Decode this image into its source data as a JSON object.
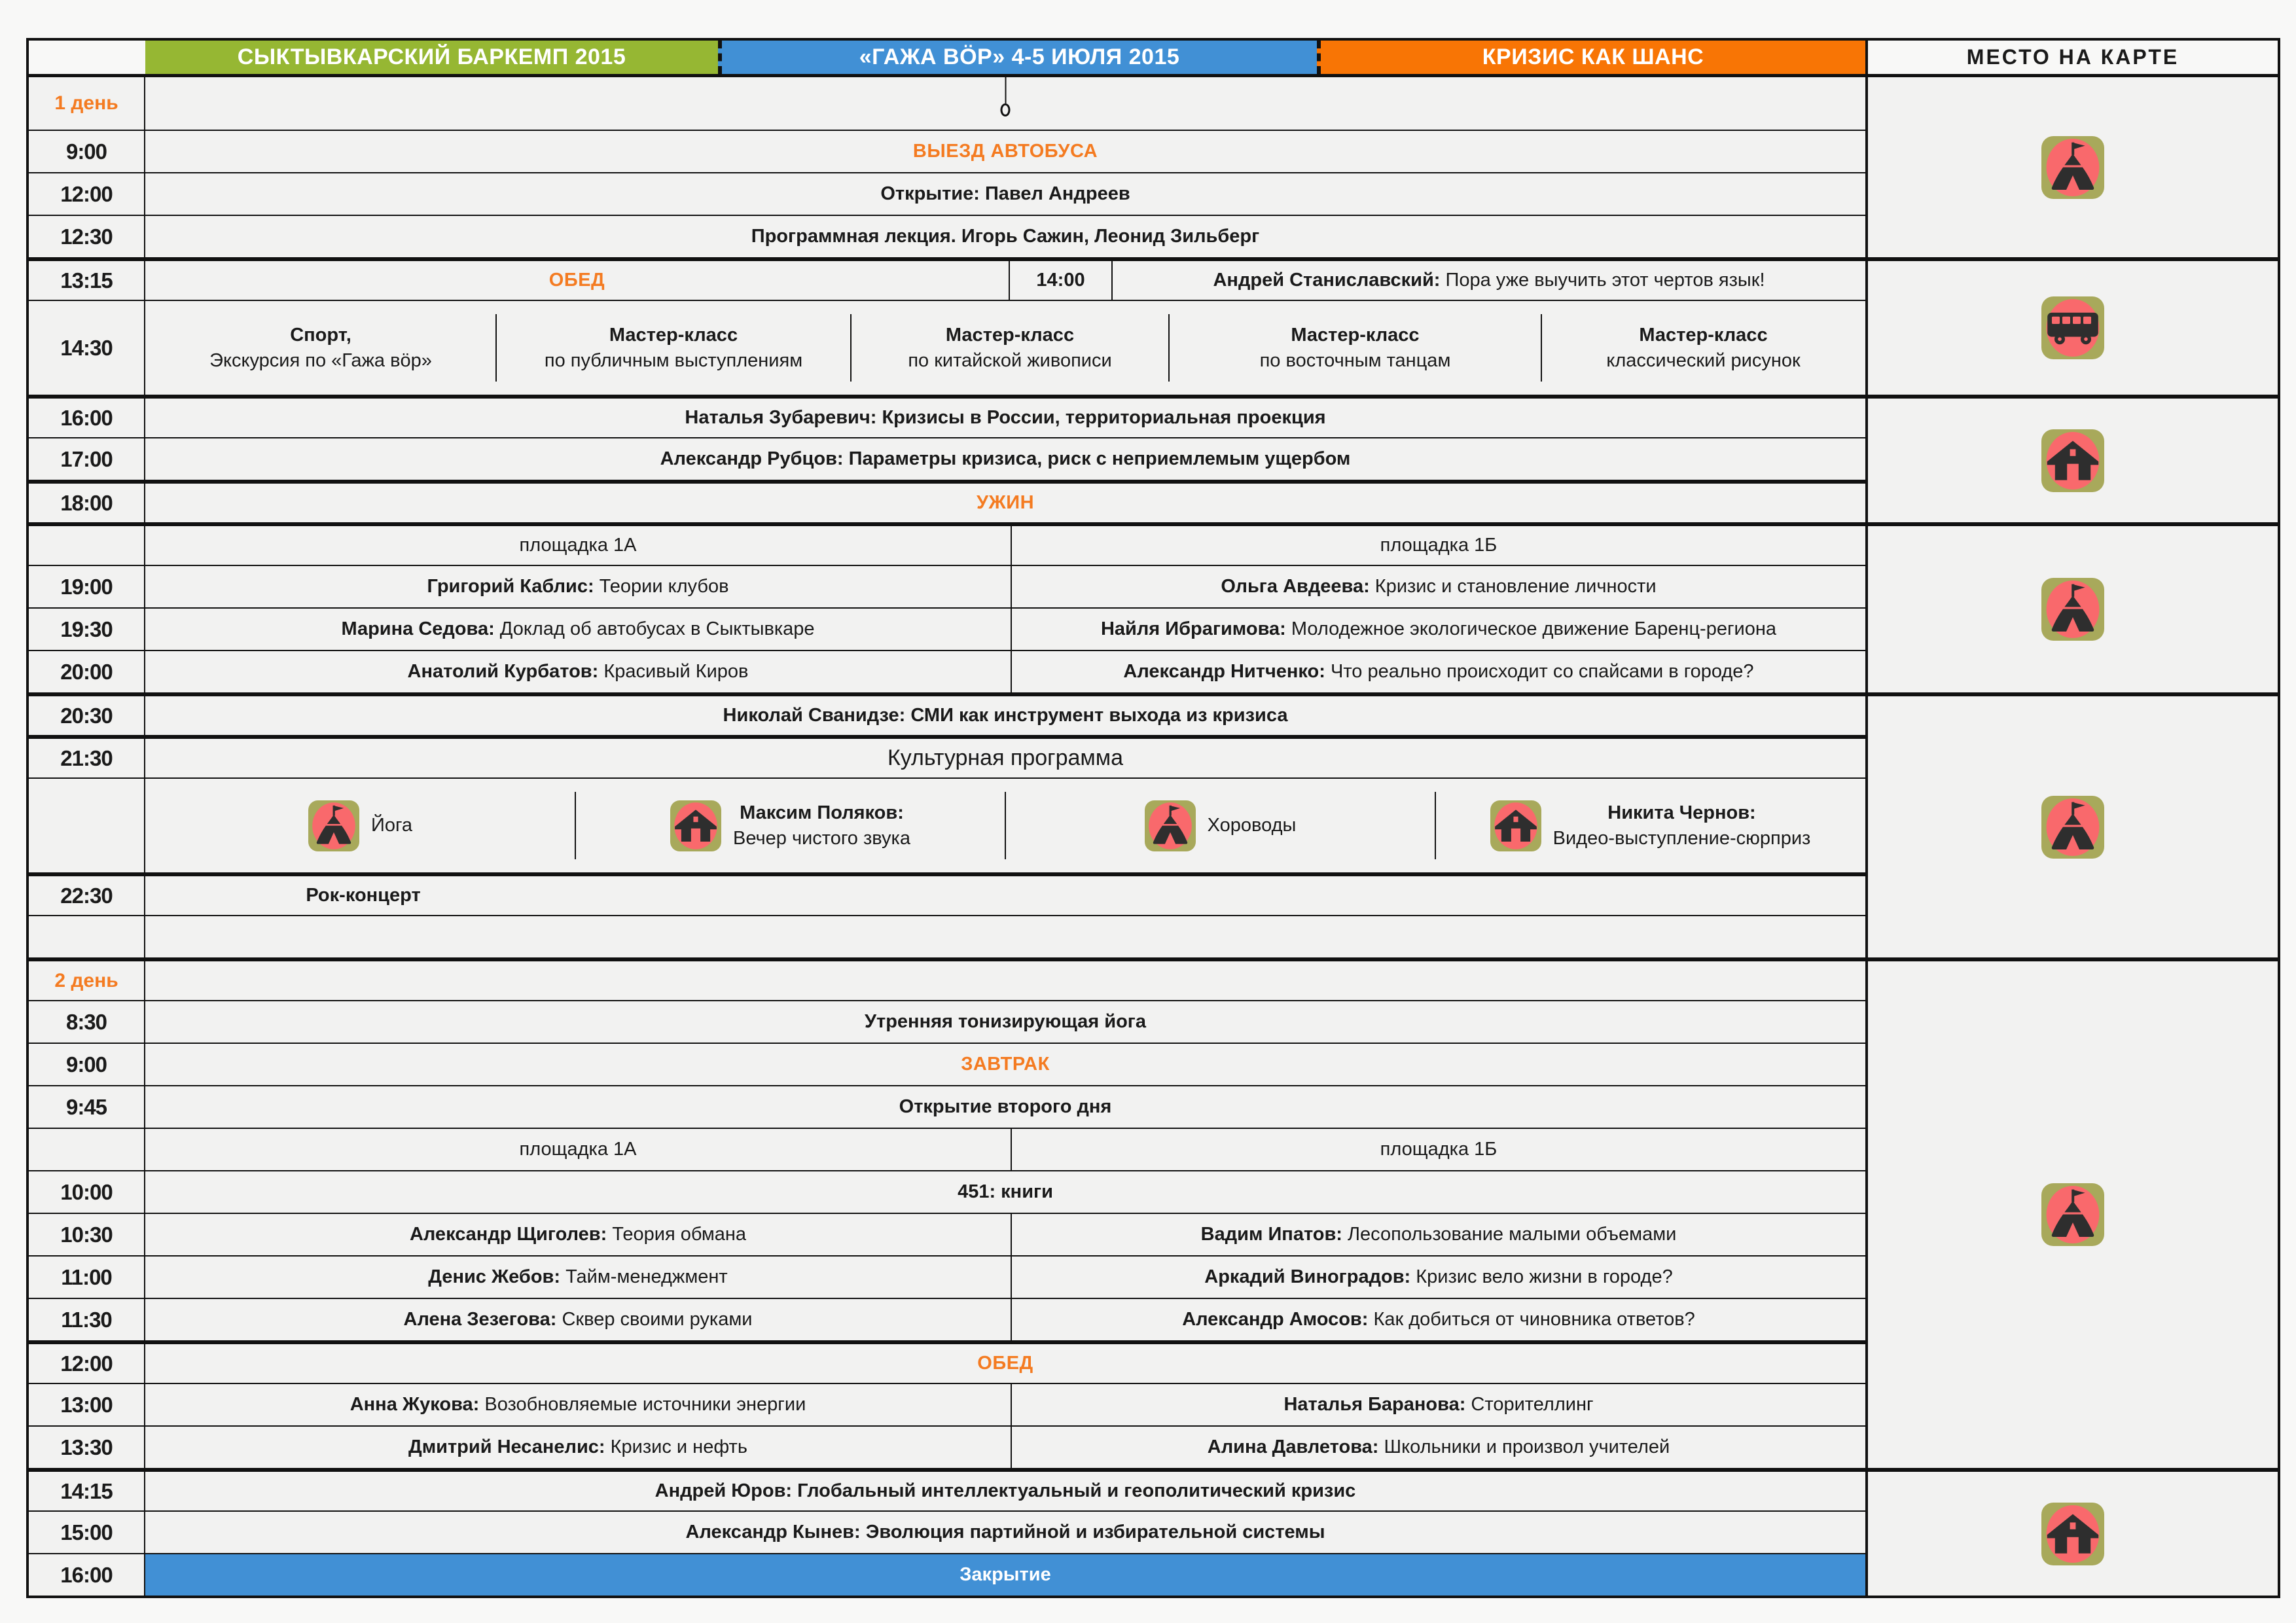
{
  "header": {
    "left": "СЫКТЫВКАРСКИЙ БАРКЕМП 2015",
    "center": "«ГАЖА ВÖР»   4-5 ИЮЛЯ 2015",
    "right": "КРИЗИС КАК ШАНС",
    "map": "МЕСТО НА  КАРТЕ"
  },
  "colors": {
    "green": "#96B733",
    "blue": "#4190D5",
    "orange_banner": "#F87505",
    "orange_accent": "#F47B21",
    "icon_olive": "#A8A95B",
    "icon_salmon": "#F9696C",
    "icon_glyph": "#2E2E2E",
    "border": "#111111",
    "cell_bg": "#F2F2F1"
  },
  "rows": [
    {
      "time": "1 день",
      "day": true,
      "cells": [
        {
          "marker": true,
          "lines": []
        }
      ]
    },
    {
      "time": "9:00",
      "cells": [
        {
          "accent": "orange",
          "lines": [
            [
              "ВЫЕЗД АВТОБУСА",
              ""
            ]
          ]
        }
      ]
    },
    {
      "time": "12:00",
      "cells": [
        {
          "lines": [
            [
              "Открытие: Павел Андреев",
              ""
            ]
          ]
        }
      ]
    },
    {
      "time": "12:30",
      "cells": [
        {
          "lines": [
            [
              "Программная лекция.  Игорь Сажин, Леонид Зильберг",
              ""
            ]
          ]
        }
      ]
    },
    {
      "time": "13:15",
      "cells": [
        {
          "accent": "orange",
          "lines": [
            [
              "ОБЕД",
              ""
            ]
          ]
        },
        {
          "sep": "full2",
          "lines": [
            [
              "14:00",
              ""
            ]
          ]
        },
        {
          "lines": [
            [
              "Андрей Станиславский:",
              " Пора уже выучить этот чертов язык!"
            ]
          ]
        }
      ]
    },
    {
      "time": "14:30",
      "cells": [
        {
          "lines": [
            [
              "Спорт,",
              ""
            ],
            [
              "",
              "Экскурсия по «Гажа вöр»"
            ]
          ]
        },
        {
          "sep": "part",
          "lines": [
            [
              "Мастер-класс",
              ""
            ],
            [
              "",
              "по публичным выступлениям"
            ]
          ]
        },
        {
          "sep": "part",
          "lines": [
            [
              "Мастер-класс",
              ""
            ],
            [
              "",
              "по китайской живописи"
            ]
          ]
        },
        {
          "sep": "part",
          "lines": [
            [
              "Мастер-класс",
              ""
            ],
            [
              "",
              "по восточным танцам"
            ]
          ]
        },
        {
          "sep": "part",
          "lines": [
            [
              "Мастер-класс",
              ""
            ],
            [
              "",
              "классический рисунок"
            ]
          ]
        }
      ]
    },
    {
      "time": "16:00",
      "cells": [
        {
          "lines": [
            [
              "Наталья Зубаревич: Кризисы в России, территориальная проекция",
              ""
            ]
          ]
        }
      ]
    },
    {
      "time": "17:00",
      "cells": [
        {
          "lines": [
            [
              "Александр Рубцов: Параметры кризиса, риск с неприемлемым ущербом",
              ""
            ]
          ]
        }
      ]
    },
    {
      "time": "18:00",
      "cells": [
        {
          "accent": "orange",
          "lines": [
            [
              "УЖИН",
              ""
            ]
          ]
        }
      ]
    },
    {
      "time": "",
      "cells": [
        {
          "lines": [
            [
              "",
              "площадка 1А"
            ]
          ]
        },
        {
          "sep": "full",
          "lines": [
            [
              "",
              "площадка 1Б"
            ]
          ]
        }
      ]
    },
    {
      "time": "19:00",
      "cells": [
        {
          "lines": [
            [
              "Григорий Каблис:",
              " Теории клубов"
            ]
          ]
        },
        {
          "sep": "full",
          "lines": [
            [
              "Ольга Авдеева:",
              " Кризис и становление личности"
            ]
          ]
        }
      ]
    },
    {
      "time": "19:30",
      "cells": [
        {
          "lines": [
            [
              "Марина Седова:",
              " Доклад об автобусах в Сыктывкаре"
            ]
          ]
        },
        {
          "sep": "full",
          "lines": [
            [
              "Найля Ибрагимова:",
              " Молодежное экологическое движение Баренц-региона"
            ]
          ]
        }
      ]
    },
    {
      "time": "20:00",
      "cells": [
        {
          "lines": [
            [
              "Анатолий Курбатов:",
              " Красивый Киров"
            ]
          ]
        },
        {
          "sep": "full",
          "lines": [
            [
              "Александр Нитченко:",
              " Что реально происходит со спайсами в городе?"
            ]
          ]
        }
      ]
    },
    {
      "time": "20:30",
      "cells": [
        {
          "lines": [
            [
              "Николай Сванидзе: СМИ как инструмент выхода из кризиса",
              ""
            ]
          ]
        }
      ]
    },
    {
      "time": "21:30",
      "cells": [
        {
          "big": true,
          "lines": [
            [
              "",
              "Культурная программа"
            ]
          ]
        }
      ]
    },
    {
      "time": "",
      "cells": [
        {
          "icon": "tent",
          "lines": [
            [
              "",
              "Йога"
            ]
          ]
        },
        {
          "sep": "part",
          "icon": "house",
          "lines": [
            [
              "Максим Поляков:",
              ""
            ],
            [
              "",
              "Вечер чистого звука"
            ]
          ]
        },
        {
          "sep": "part",
          "icon": "tent",
          "lines": [
            [
              "",
              "Хороводы"
            ]
          ]
        },
        {
          "sep": "part",
          "icon": "house",
          "lines": [
            [
              "Никита Чернов:",
              ""
            ],
            [
              "",
              "Видео-выступление-сюрприз"
            ]
          ]
        }
      ]
    },
    {
      "time": "22:30",
      "cells": [
        {
          "lines": [
            [
              "Рок-концерт",
              ""
            ]
          ]
        }
      ]
    },
    {
      "time": "",
      "cells": [
        {
          "lines": []
        }
      ]
    },
    {
      "time": "2 день",
      "day": true,
      "cells": [
        {
          "lines": []
        }
      ]
    },
    {
      "time": "8:30",
      "cells": [
        {
          "lines": [
            [
              "Утренняя тонизирующая йога",
              ""
            ]
          ]
        }
      ]
    },
    {
      "time": "9:00",
      "cells": [
        {
          "accent": "orange",
          "lines": [
            [
              "ЗАВТРАК",
              ""
            ]
          ]
        }
      ]
    },
    {
      "time": "9:45",
      "cells": [
        {
          "lines": [
            [
              "Открытие второго дня",
              ""
            ]
          ]
        }
      ]
    },
    {
      "time": "",
      "cells": [
        {
          "lines": [
            [
              "",
              "площадка 1А"
            ]
          ]
        },
        {
          "sep": "full",
          "lines": [
            [
              "",
              "площадка 1Б"
            ]
          ]
        }
      ]
    },
    {
      "time": "10:00",
      "cells": [
        {
          "lines": [
            [
              "451: книги",
              ""
            ]
          ]
        }
      ]
    },
    {
      "time": "10:30",
      "cells": [
        {
          "lines": [
            [
              "Александр Щиголев:",
              " Теория обмана"
            ]
          ]
        },
        {
          "sep": "full",
          "lines": [
            [
              "Вадим Ипатов:",
              " Лесопользование малыми объемами"
            ]
          ]
        }
      ]
    },
    {
      "time": "11:00",
      "cells": [
        {
          "lines": [
            [
              "Денис Жебов:",
              " Тайм-менеджмент"
            ]
          ]
        },
        {
          "sep": "full",
          "lines": [
            [
              "Аркадий Виноградов:",
              " Кризис вело жизни в городе?"
            ]
          ]
        }
      ]
    },
    {
      "time": "11:30",
      "cells": [
        {
          "lines": [
            [
              "Алена Зезегова:",
              " Сквер своими руками"
            ]
          ]
        },
        {
          "sep": "full",
          "lines": [
            [
              "Александр Амосов:",
              " Как добиться от чиновника ответов?"
            ]
          ]
        }
      ]
    },
    {
      "time": "12:00",
      "cells": [
        {
          "accent": "orange",
          "lines": [
            [
              "ОБЕД",
              ""
            ]
          ]
        }
      ]
    },
    {
      "time": "13:00",
      "cells": [
        {
          "lines": [
            [
              "Анна Жукова:",
              " Возобновляемые источники энергии"
            ]
          ]
        },
        {
          "sep": "full",
          "lines": [
            [
              "Наталья Баранова:",
              " Сторителлинг"
            ]
          ]
        }
      ]
    },
    {
      "time": "13:30",
      "cells": [
        {
          "lines": [
            [
              "Дмитрий Несанелис:",
              " Кризис и нефть"
            ]
          ]
        },
        {
          "sep": "full",
          "lines": [
            [
              "Алина Давлетова:",
              " Школьники и произвол учителей"
            ]
          ]
        }
      ]
    },
    {
      "time": "14:15",
      "cells": [
        {
          "lines": [
            [
              "Андрей Юров: Глобальный интеллектуальный и геополитический кризис",
              ""
            ]
          ]
        }
      ]
    },
    {
      "time": "15:00",
      "cells": [
        {
          "lines": [
            [
              "Александр Кынев: Эволюция партийной и избирательной системы",
              ""
            ]
          ]
        }
      ]
    },
    {
      "time": "16:00",
      "cells": [
        {
          "bg": "blue",
          "accent": "white",
          "lines": [
            [
              "",
              "Закрытие"
            ]
          ]
        }
      ]
    }
  ],
  "map_groups": [
    {
      "icon": "tent"
    },
    {
      "icon": "bus"
    },
    {
      "icon": "house"
    },
    {
      "icon": "tent"
    },
    {
      "icon": "tent"
    },
    {
      "icon": "tent"
    },
    {
      "icon": "house"
    }
  ]
}
